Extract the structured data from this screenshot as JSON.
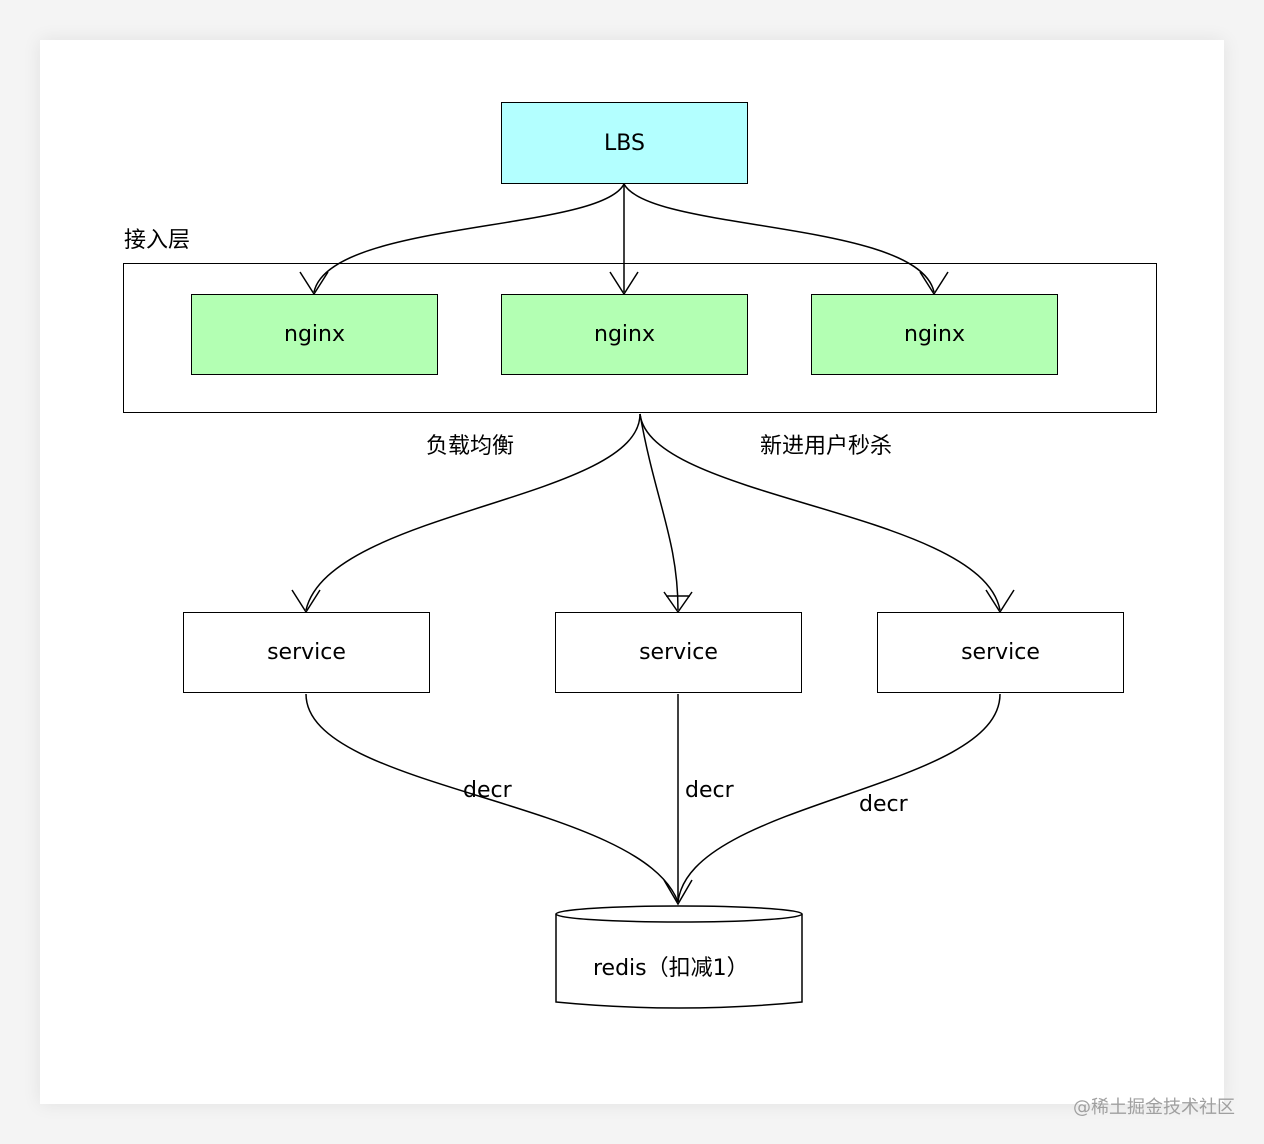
{
  "diagram": {
    "nodes": {
      "lbs": "LBS",
      "nginx": [
        "nginx",
        "nginx",
        "nginx"
      ],
      "service": [
        "service",
        "service",
        "service"
      ],
      "redis": "redis（扣减1）"
    },
    "labels": {
      "access_layer": "接入层",
      "load_balance": "负载均衡",
      "new_user_seckill": "新进用户秒杀",
      "decr": [
        "decr",
        "decr",
        "decr"
      ]
    },
    "colors": {
      "lbs": "#b3ffff",
      "nginx": "#b3ffb3"
    }
  },
  "watermark": "@稀土掘金技术社区"
}
